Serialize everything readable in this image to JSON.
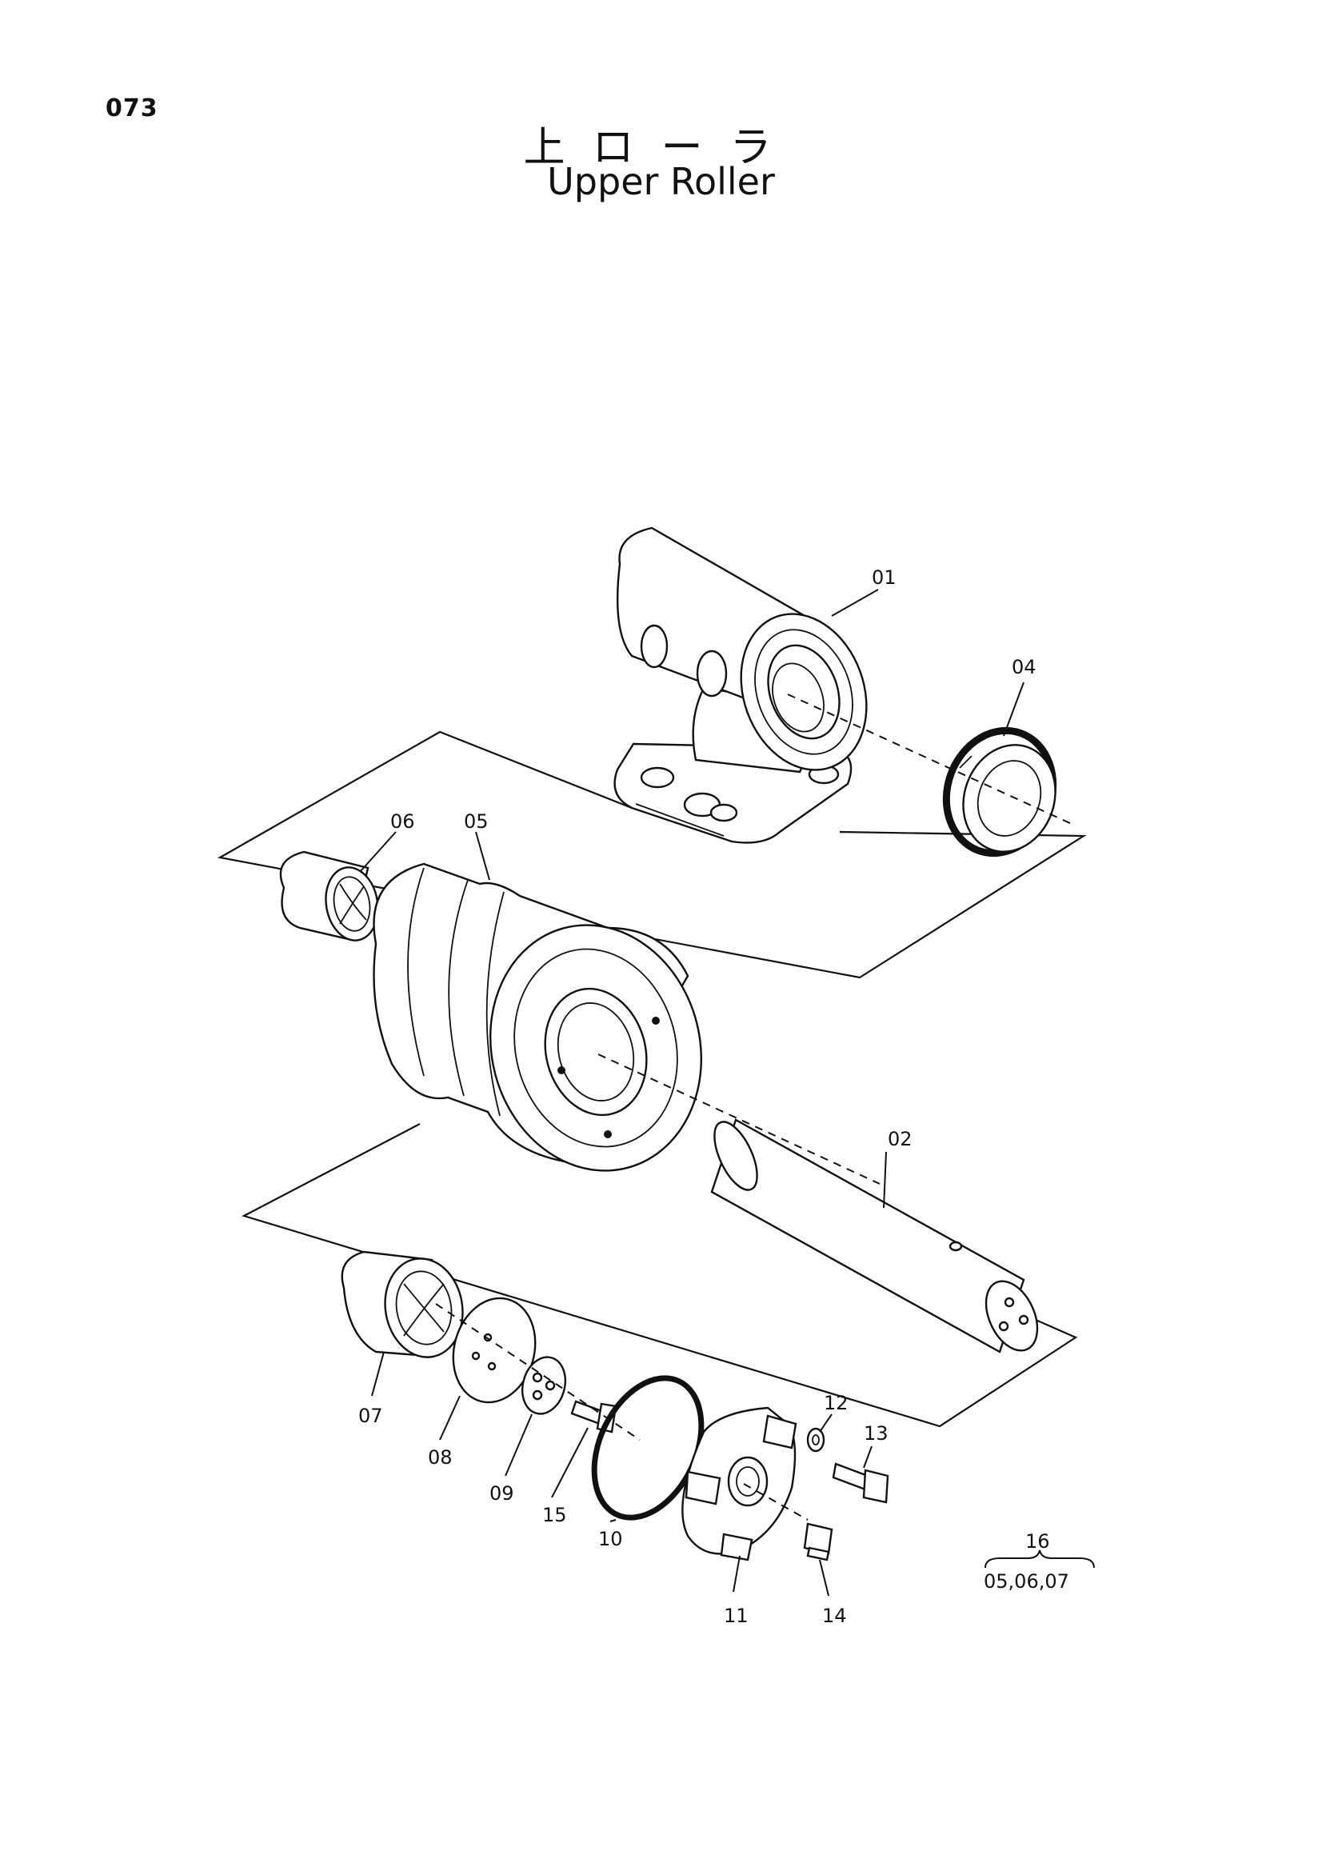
{
  "page": {
    "number": "073",
    "title_jp": "上ローラ",
    "title_en": "Upper Roller"
  },
  "callouts": [
    {
      "id": "01",
      "label": "01"
    },
    {
      "id": "02",
      "label": "02"
    },
    {
      "id": "04",
      "label": "04"
    },
    {
      "id": "05",
      "label": "05"
    },
    {
      "id": "06",
      "label": "06"
    },
    {
      "id": "07",
      "label": "07"
    },
    {
      "id": "08",
      "label": "08"
    },
    {
      "id": "09",
      "label": "09"
    },
    {
      "id": "10",
      "label": "10"
    },
    {
      "id": "11",
      "label": "11"
    },
    {
      "id": "12",
      "label": "12"
    },
    {
      "id": "13",
      "label": "13"
    },
    {
      "id": "14",
      "label": "14"
    },
    {
      "id": "15",
      "label": "15"
    }
  ],
  "kit": {
    "label": "16",
    "contents": "05,06,07"
  }
}
